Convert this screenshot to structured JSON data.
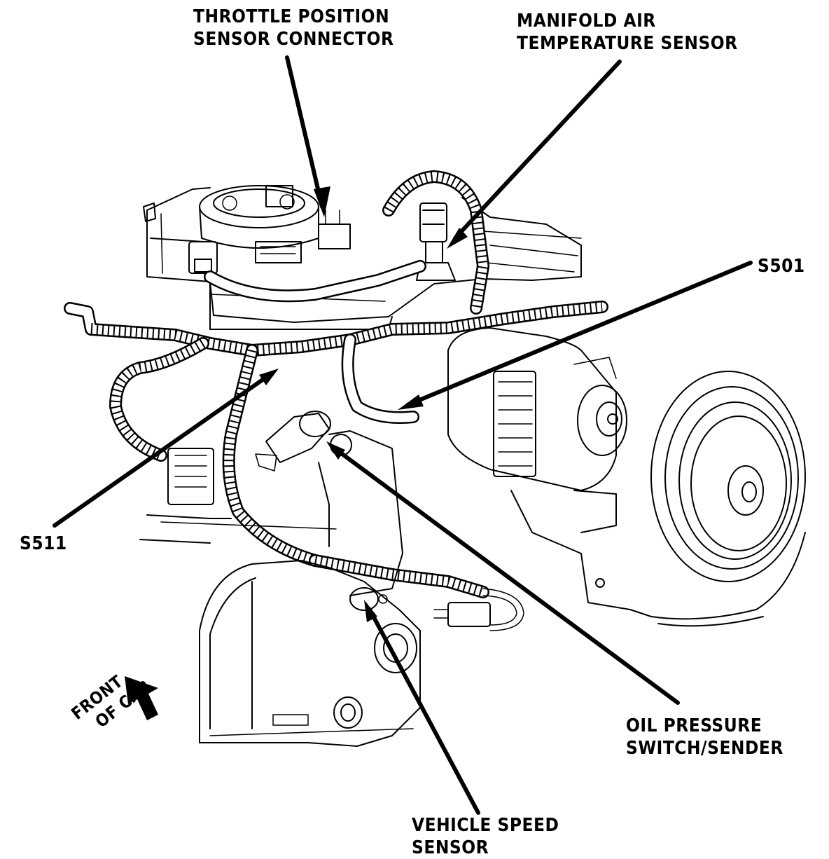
{
  "labels": {
    "tps_connector": [
      "THROTTLE POSITION",
      "SENSOR CONNECTOR"
    ],
    "mat_sensor": [
      "MANIFOLD AIR",
      "TEMPERATURE SENSOR"
    ],
    "s501": "S501",
    "s511": "S511",
    "oil_pressure": [
      "OIL PRESSURE",
      "SWITCH/SENDER"
    ],
    "vehicle_speed": [
      "VEHICLE SPEED",
      "SENSOR"
    ],
    "front_of_car": [
      "FRONT",
      "OF CAR"
    ]
  }
}
